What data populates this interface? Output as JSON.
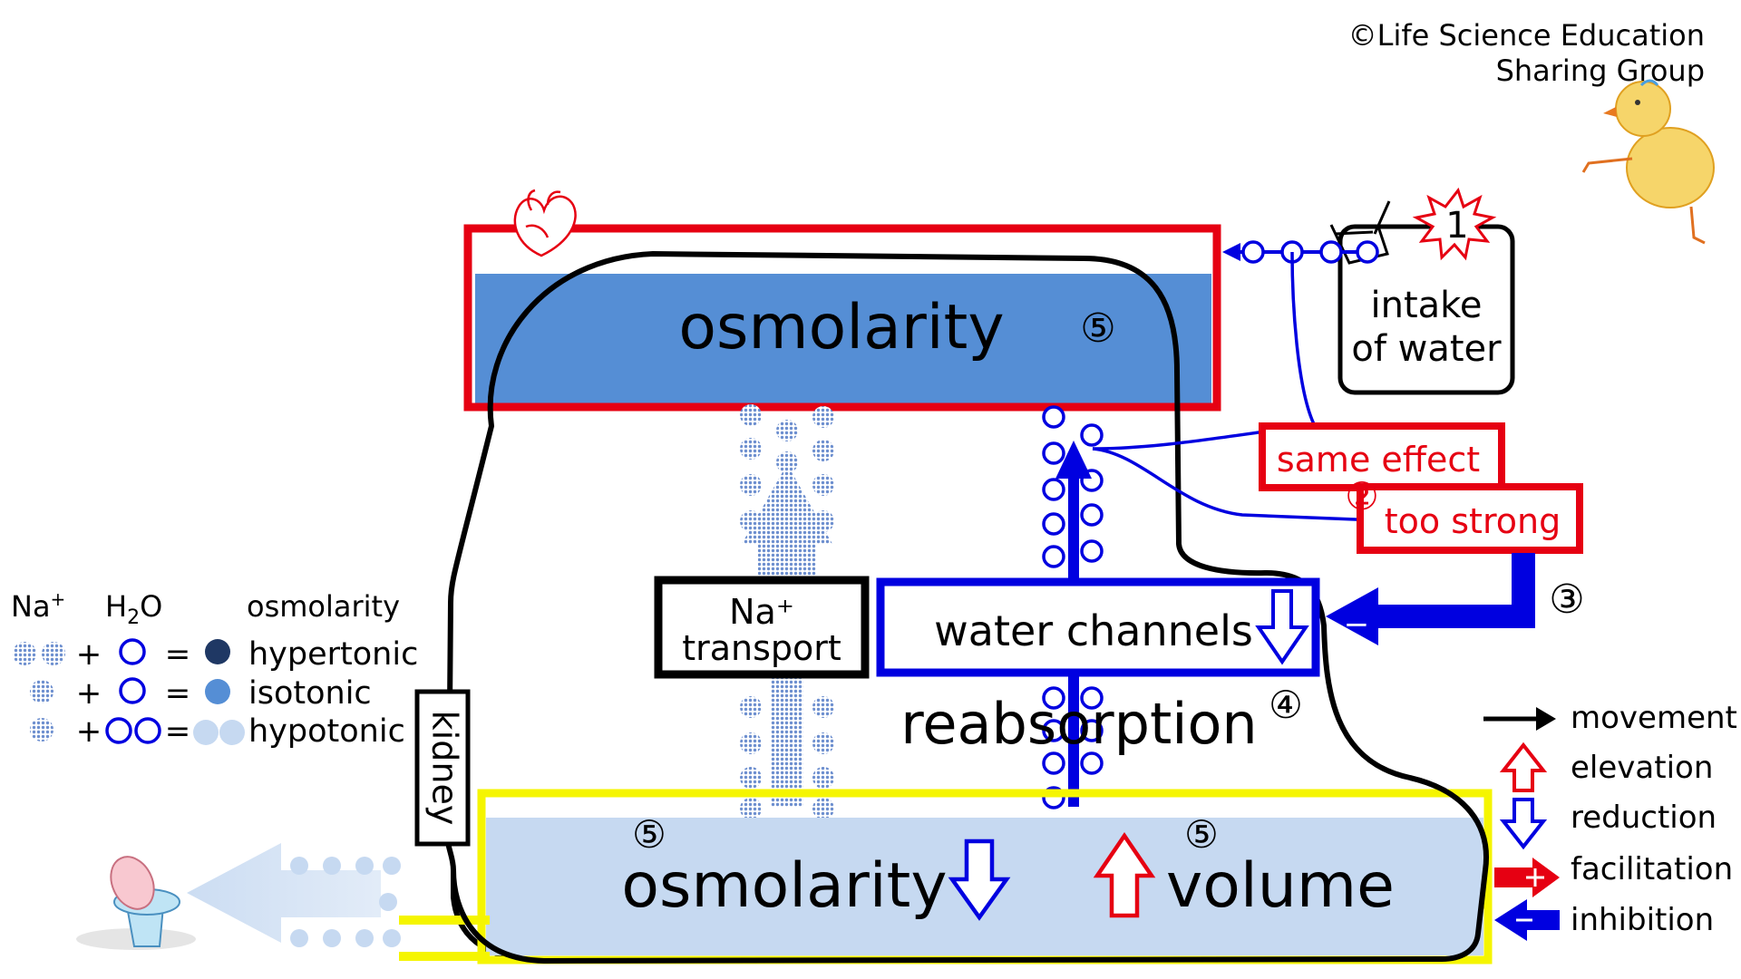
{
  "copyright": {
    "line1": "©Life Science Education",
    "line2": "Sharing Group"
  },
  "blood": {
    "label": "osmolarity",
    "marker": "⑤"
  },
  "intake": {
    "step": "1",
    "line1": "intake",
    "line2": "of water"
  },
  "hormone": {
    "same_effect": "same effect",
    "marker": "②",
    "too_strong": "too strong"
  },
  "inhibit_marker": "③",
  "minus_sign": "−",
  "na_transport": {
    "line1": "Na⁺",
    "line2": "transport"
  },
  "water_channels": {
    "label": "water channels"
  },
  "reabsorption": {
    "label": "reabsorption",
    "marker": "④"
  },
  "kidney_label": "kidney",
  "urine": {
    "marker_left": "⑤",
    "osmolarity_label": "osmolarity",
    "marker_right": "⑤",
    "volume_label": "volume"
  },
  "left_legend": {
    "header_na": "Na",
    "header_na_sup": "+",
    "header_h2o_h": "H",
    "header_h2o_sub": "2",
    "header_h2o_o": "O",
    "header_osm": "osmolarity",
    "plus": "+",
    "equals": "=",
    "rows": [
      {
        "label": "hypertonic"
      },
      {
        "label": "isotonic"
      },
      {
        "label": "hypotonic"
      }
    ]
  },
  "right_legend": {
    "items": [
      {
        "label": "movement",
        "icon": "black-arrow-right-icon"
      },
      {
        "label": "elevation",
        "icon": "red-up-arrow-icon"
      },
      {
        "label": "reduction",
        "icon": "blue-down-arrow-icon"
      },
      {
        "label": "facilitation",
        "icon": "red-plus-arrow-icon"
      },
      {
        "label": "inhibition",
        "icon": "blue-minus-arrow-icon"
      }
    ]
  },
  "colors": {
    "red": "#e60012",
    "blue": "#0000e0",
    "deep_blue": "#1010d0",
    "blood_fill": "#558ed5",
    "urine_fill": "#c6d9f1",
    "yellow": "#f5f500",
    "hypertonic_dot": "#1f3864",
    "isotonic_dot": "#558ed5",
    "hypotonic_dot": "#c6d9f1",
    "na_dot": "#8eaad8"
  }
}
